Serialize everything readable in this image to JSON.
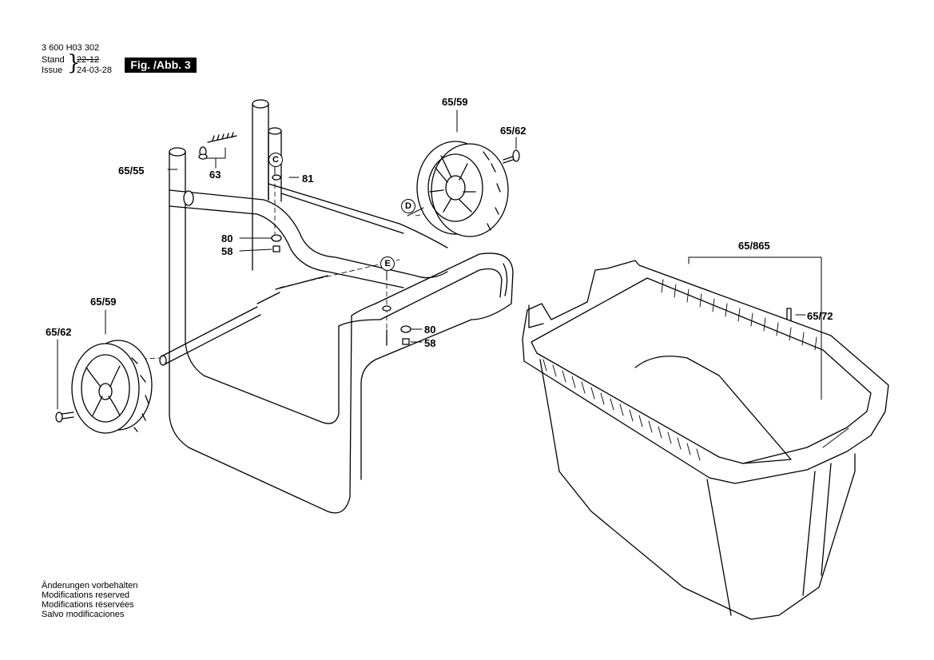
{
  "header": {
    "doc_number": "3 600 H03 302",
    "stand_label": "Stand",
    "stand_date": "22-12",
    "issue_label": "Issue",
    "issue_date": "24-03-28",
    "figure": "Fig. /Abb. 3"
  },
  "callouts": {
    "p65_59_top": "65/59",
    "p65_62_top": "65/62",
    "p65_55": "65/55",
    "p63": "63",
    "p81": "81",
    "p80_left": "80",
    "p58_left": "58",
    "p80_right": "80",
    "p58_right": "58",
    "p65_59_left": "65/59",
    "p65_62_left": "65/62",
    "p65_865": "65/865",
    "p65_72": "65/72"
  },
  "markers": {
    "c": "C",
    "d": "D",
    "e": "E"
  },
  "notes": [
    "Änderungen vorbehalten",
    "Modifications reserved",
    "Modifications réservées",
    "Salvo modificaciones"
  ]
}
